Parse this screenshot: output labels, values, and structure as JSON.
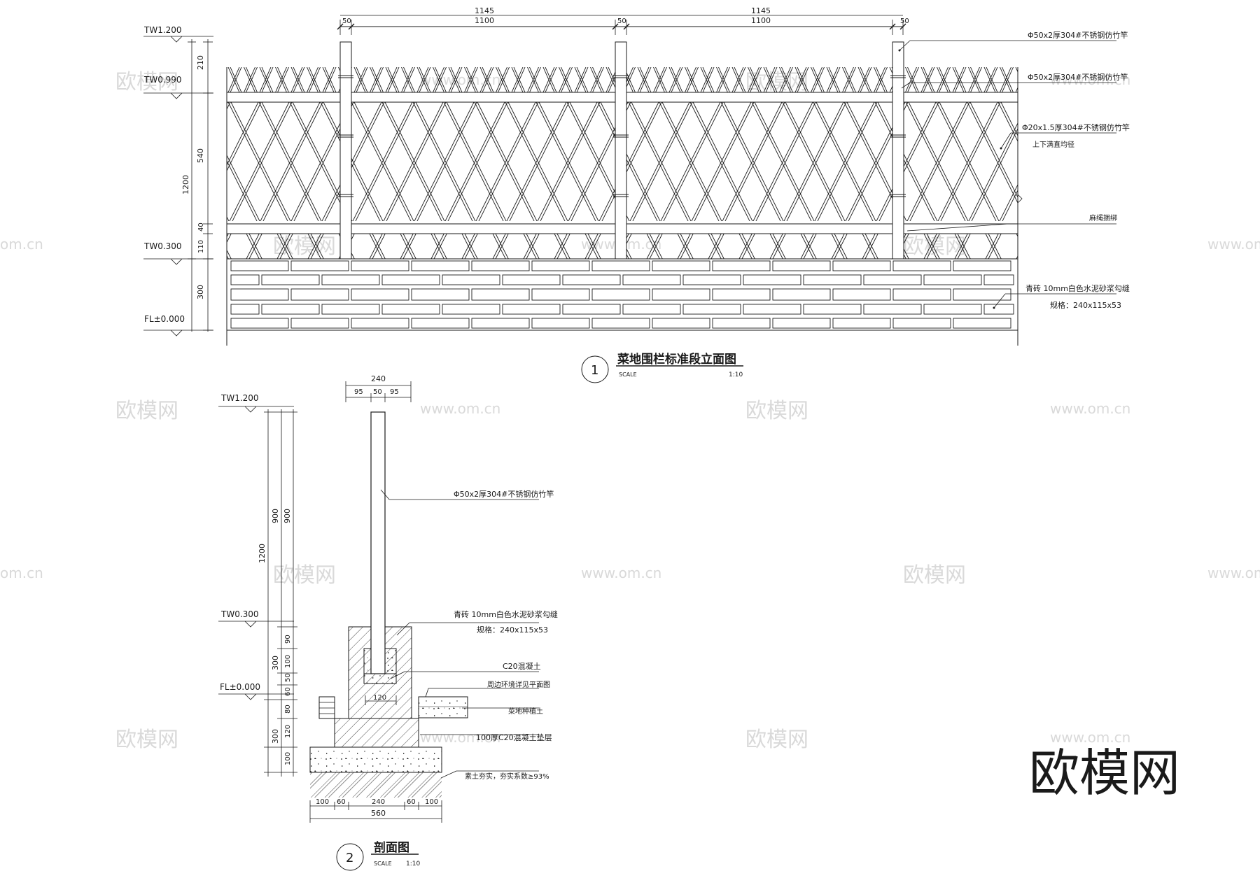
{
  "elevation": {
    "levels": [
      "TW1.200",
      "TW0.990",
      "TW0.300",
      "FL±0.000"
    ],
    "top_dims": [
      "50",
      "1145",
      "1100",
      "50",
      "1145",
      "1100",
      "50"
    ],
    "left_dims": [
      "210",
      "540",
      "1200",
      "40",
      "110",
      "300"
    ],
    "notes": [
      "Φ50x2厚304#不锈钢仿竹竿",
      "Φ50x2厚304#不锈钢仿竹竿",
      "Φ20x1.5厚304#不锈钢仿竹竿",
      "上下满直均径",
      "麻绳捆绑",
      "青砖 10mm白色水泥砂浆勾缝",
      "规格：240x115x53"
    ],
    "title_number": "1",
    "title": "菜地围栏标准段立面图",
    "scale_label": "SCALE",
    "scale": "1:10"
  },
  "section": {
    "levels": [
      "TW1.200",
      "TW0.300",
      "FL±0.000"
    ],
    "top_dims": [
      "240",
      "95",
      "50",
      "95"
    ],
    "left_dims_outer": [
      "1200",
      "300",
      "300",
      "100"
    ],
    "left_dims_inner": [
      "900",
      "900",
      "90",
      "100",
      "50",
      "60",
      "80",
      "120"
    ],
    "bottom_dims": [
      "100",
      "60",
      "240",
      "60",
      "100",
      "560"
    ],
    "inner_dim": "120",
    "notes": [
      "Φ50x2厚304#不锈钢仿竹竿",
      "青砖 10mm白色水泥砂浆勾缝",
      "规格：240x115x53",
      "C20混凝土",
      "周边环境详见平面图",
      "菜地种植土",
      "100厚C20混凝土垫层",
      "素土夯实，夯实系数≥93%"
    ],
    "title_number": "2",
    "title": "剖面图",
    "scale_label": "SCALE",
    "scale": "1:10"
  },
  "watermark": {
    "cn": "欧模网",
    "url": "www.om.cn",
    "url_partial": "om.cn",
    "url_partial_left": "www.om.c",
    "brand": "欧模网"
  }
}
